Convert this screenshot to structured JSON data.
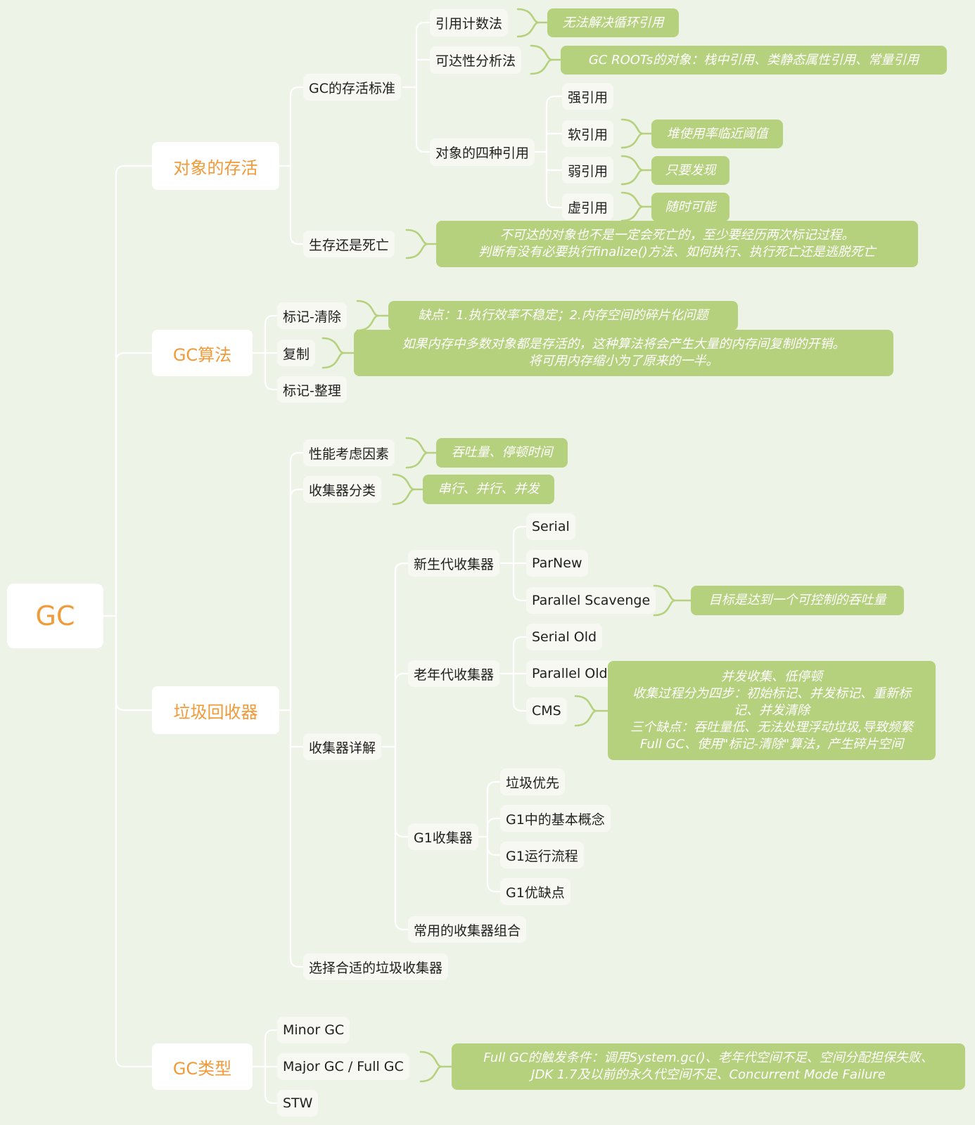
{
  "colors": {
    "background": "#eef3e7",
    "accent": "#f19a38",
    "note": "#b6d17e",
    "line": "#ffffff"
  },
  "root": {
    "label": "GC"
  },
  "survival": {
    "label": "对象的存活",
    "criteria": {
      "label": "GC的存活标准",
      "refcount": {
        "label": "引用计数法",
        "note": "无法解决循环引用"
      },
      "reachability": {
        "label": "可达性分析法",
        "note": "GC ROOTs的对象：栈中引用、类静态属性引用、常量引用"
      },
      "four_refs": {
        "label": "对象的四种引用",
        "strong": {
          "label": "强引用"
        },
        "soft": {
          "label": "软引用",
          "note": "堆使用率临近阈值"
        },
        "weak": {
          "label": "弱引用",
          "note": "只要发现"
        },
        "phantom": {
          "label": "虚引用",
          "note": "随时可能"
        }
      }
    },
    "live_or_die": {
      "label": "生存还是死亡",
      "note_lines": [
        "不可达的对象也不是一定会死亡的，至少要经历两次标记过程。",
        "判断有没有必要执行finalize()方法、如何执行、执行死亡还是逃脱死亡"
      ]
    }
  },
  "algorithms": {
    "label": "GC算法",
    "mark_sweep": {
      "label": "标记-清除",
      "note": "缺点：1.执行效率不稳定；2.内存空间的碎片化问题"
    },
    "copy": {
      "label": "复制",
      "note_lines": [
        "如果内存中多数对象都是存活的，这种算法将会产生大量的内存间复制的开销。",
        "将可用内存缩小为了原来的一半。"
      ]
    },
    "mark_compact": {
      "label": "标记-整理"
    }
  },
  "collectors": {
    "label": "垃圾回收器",
    "perf": {
      "label": "性能考虑因素",
      "note": "吞吐量、停顿时间"
    },
    "classify": {
      "label": "收集器分类",
      "note": "串行、并行、并发"
    },
    "detail": {
      "label": "收集器详解",
      "young": {
        "label": "新生代收集器",
        "serial": {
          "label": "Serial"
        },
        "parnew": {
          "label": "ParNew"
        },
        "ps": {
          "label": "Parallel Scavenge",
          "note": "目标是达到一个可控制的吞吐量"
        }
      },
      "old": {
        "label": "老年代收集器",
        "serial_old": {
          "label": "Serial Old"
        },
        "parallel_old": {
          "label": "Parallel Old"
        },
        "cms": {
          "label": "CMS",
          "note_lines": [
            "并发收集、低停顿",
            "收集过程分为四步：初始标记、并发标记、重新标",
            "记、并发清除",
            "三个缺点：吞吐量低、无法处理浮动垃圾,导致频繁",
            "Full GC、使用\"标记-清除\"算法，产生碎片空间"
          ]
        }
      },
      "g1": {
        "label": "G1收集器",
        "priority": {
          "label": "垃圾优先"
        },
        "concepts": {
          "label": "G1中的基本概念"
        },
        "flow": {
          "label": "G1运行流程"
        },
        "pros_cons": {
          "label": "G1优缺点"
        }
      },
      "combos": {
        "label": "常用的收集器组合"
      }
    },
    "choose": {
      "label": "选择合适的垃圾收集器"
    }
  },
  "types": {
    "label": "GC类型",
    "minor": {
      "label": "Minor GC"
    },
    "major": {
      "label": "Major GC / Full GC",
      "note_lines": [
        "Full GC的触发条件：调用System.gc()、老年代空间不足、空间分配担保失败、",
        "JDK 1.7及以前的永久代空间不足、Concurrent Mode Failure"
      ]
    },
    "stw": {
      "label": "STW"
    }
  }
}
